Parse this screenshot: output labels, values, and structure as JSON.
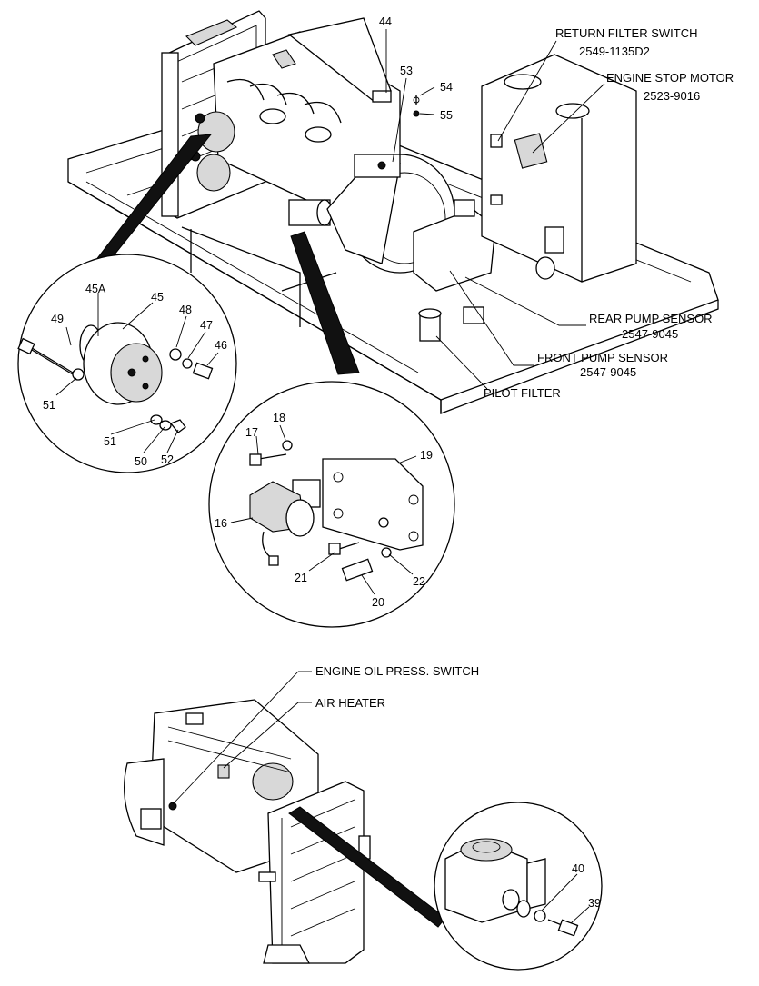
{
  "labels": {
    "return_filter_switch": "RETURN FILTER SWITCH",
    "return_filter_switch_pn": "2549-1135D2",
    "engine_stop_motor": "ENGINE STOP MOTOR",
    "engine_stop_motor_pn": "2523-9016",
    "rear_pump_sensor": "REAR PUMP SENSOR",
    "rear_pump_sensor_pn": "2547-9045",
    "front_pump_sensor": "FRONT PUMP SENSOR",
    "front_pump_sensor_pn": "2547-9045",
    "pilot_filter": "PILOT FILTER",
    "engine_oil_press_switch": "ENGINE OIL PRESS. SWITCH",
    "air_heater": "AIR HEATER"
  },
  "callouts": {
    "c44": "44",
    "c53": "53",
    "c54": "54",
    "c55": "55",
    "c45a": "45A",
    "c45": "45",
    "c48": "48",
    "c47": "47",
    "c46": "46",
    "c49": "49",
    "c51a": "51",
    "c51b": "51",
    "c50": "50",
    "c52": "52",
    "c18": "18",
    "c17": "17",
    "c19": "19",
    "c16": "16",
    "c21": "21",
    "c22": "22",
    "c20": "20",
    "c40": "40",
    "c39": "39"
  },
  "colors": {
    "line": "#000000",
    "background": "#ffffff",
    "shade": "#d8d8d8"
  }
}
